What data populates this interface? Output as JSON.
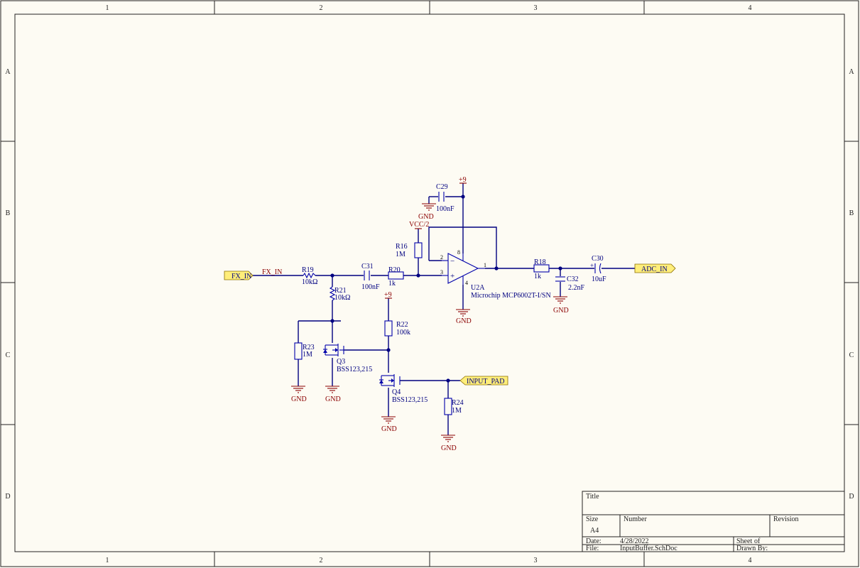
{
  "border": {
    "columns": [
      "1",
      "2",
      "3",
      "4"
    ],
    "rows": [
      "A",
      "B",
      "C",
      "D"
    ]
  },
  "title_block": {
    "title_label": "Title",
    "size_label": "Size",
    "size_value": "A4",
    "number_label": "Number",
    "revision_label": "Revision",
    "date_label": "Date:",
    "date_value": "4/28/2022",
    "sheet_label": "Sheet",
    "of_label": "of",
    "file_label": "File:",
    "file_value": "InputBuffer.SchDoc",
    "drawn_label": "Drawn By:"
  },
  "ports": {
    "fx_in": "FX_IN",
    "adc_in": "ADC_IN",
    "input_pad": "INPUT_PAD"
  },
  "nets": {
    "fx_in_wire": "FX_IN",
    "vcc2": "VCC/2",
    "plus9": "+9",
    "gnd": "GND"
  },
  "components": {
    "R19": {
      "designator": "R19",
      "value": "10kΩ"
    },
    "R21": {
      "designator": "R21",
      "value": "10kΩ"
    },
    "R23": {
      "designator": "R23",
      "value": "1M"
    },
    "R22": {
      "designator": "R22",
      "value": "100k"
    },
    "R24": {
      "designator": "R24",
      "value": "1M"
    },
    "R16": {
      "designator": "R16",
      "value": "1M"
    },
    "R20": {
      "designator": "R20",
      "value": "1k"
    },
    "R18": {
      "designator": "R18",
      "value": "1k"
    },
    "C31": {
      "designator": "C31",
      "value": "100nF"
    },
    "C29": {
      "designator": "C29",
      "value": "100nF"
    },
    "C32": {
      "designator": "C32",
      "value": "2.2nF"
    },
    "C30": {
      "designator": "C30",
      "value": "10uF"
    },
    "Q3": {
      "designator": "Q3",
      "value": "BSS123,215"
    },
    "Q4": {
      "designator": "Q4",
      "value": "BSS123,215"
    },
    "U2A": {
      "designator": "U2A",
      "value": "Microchip MCP6002T-I/SN"
    }
  },
  "opamp_pins": {
    "p1": "1",
    "p2": "2",
    "p3": "3",
    "p4": "4",
    "p8": "8"
  },
  "colors": {
    "wire": "#000080",
    "power": "#8b0000",
    "port_fill": "#ffee7a",
    "background": "#fdfbf3"
  }
}
